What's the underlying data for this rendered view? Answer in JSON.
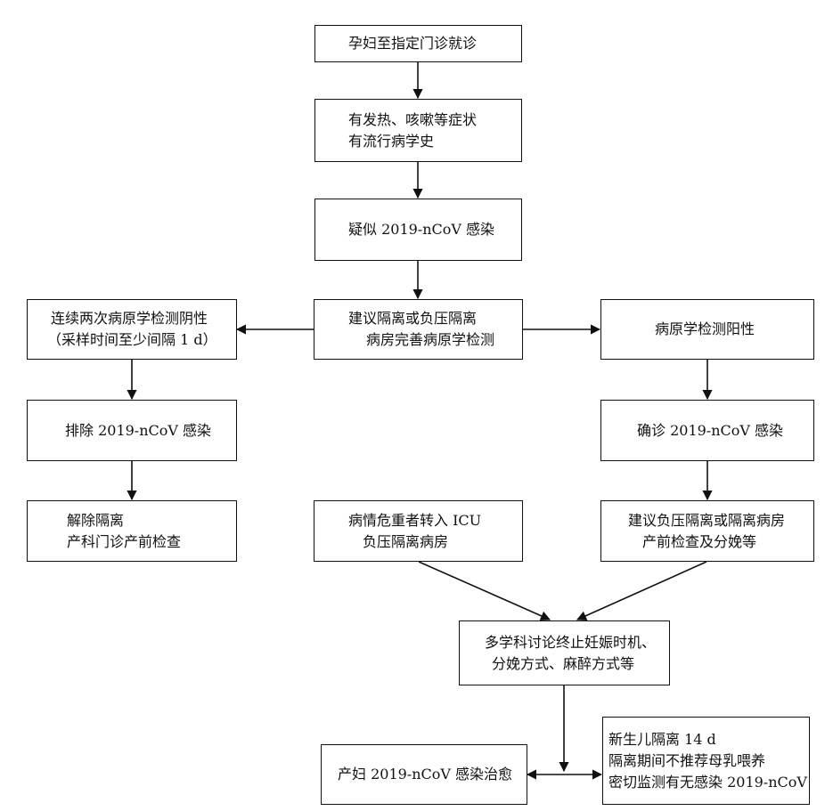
{
  "nodes": {
    "visit": {
      "lines": [
        "孕妇至指定门诊就诊"
      ]
    },
    "symptoms": {
      "lines": [
        "有发热、咳嗽等症状",
        "有流行病学史"
      ]
    },
    "suspect": {
      "lines": [
        "疑似 2019-nCoV 感染"
      ]
    },
    "isolate": {
      "lines": [
        "建议隔离或负压隔离",
        "病房完善病原学检测"
      ]
    },
    "negative": {
      "lines": [
        "连续两次病原学检测阴性",
        "（采样时间至少间隔 1 d）"
      ]
    },
    "positive": {
      "lines": [
        "病原学检测阳性"
      ]
    },
    "excluded": {
      "lines": [
        "排除 2019-nCoV 感染"
      ]
    },
    "confirmed": {
      "lines": [
        "确诊 2019-nCoV 感染"
      ]
    },
    "release": {
      "lines": [
        "解除隔离",
        "产科门诊产前检查"
      ]
    },
    "icu": {
      "lines": [
        "病情危重者转入 ICU",
        "负压隔离病房"
      ]
    },
    "ward": {
      "lines": [
        "建议负压隔离或隔离病房",
        "产前检查及分娩等"
      ]
    },
    "mdt": {
      "lines": [
        "多学科讨论终止妊娠时机、",
        "分娩方式、麻醉方式等"
      ]
    },
    "cured": {
      "lines": [
        "产妇 2019-nCoV 感染治愈"
      ]
    },
    "newborn": {
      "lines": [
        "新生儿隔离 14 d",
        "隔离期间不推荐母乳喂养",
        "密切监测有无感染 2019-nCoV"
      ]
    }
  }
}
